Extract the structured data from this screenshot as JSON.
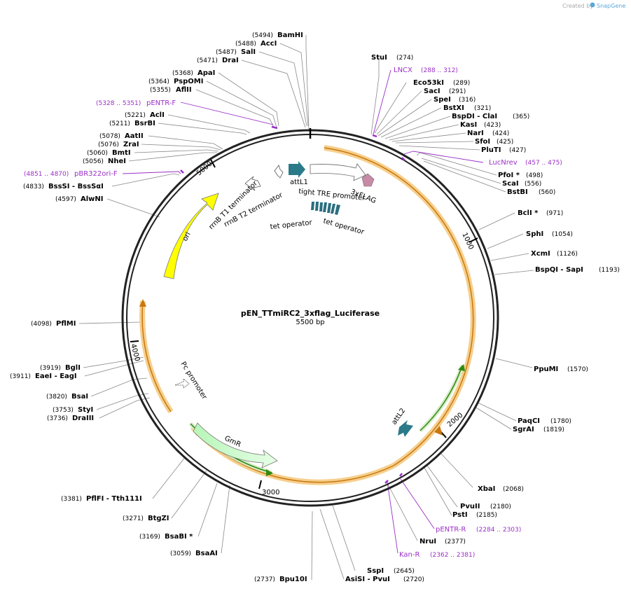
{
  "credit": {
    "prefix": "Created by",
    "brand": "SnapGene"
  },
  "plasmid": {
    "name": "pEN_TTmiRC2_3xflag_Luciferase",
    "length_label": "5500 bp"
  },
  "ticks": [
    "1000",
    "2000",
    "3000",
    "4000",
    "5000"
  ],
  "sites_right": [
    {
      "label": "StuI",
      "pos": "(274)"
    },
    {
      "label": "Eco53kI",
      "pos": "(289)"
    },
    {
      "label": "SacI",
      "pos": "(291)"
    },
    {
      "label": "SpeI",
      "pos": "(316)"
    },
    {
      "label": "BstXI",
      "pos": "(321)"
    },
    {
      "label": "BspDI   - ClaI",
      "pos": "(365)"
    },
    {
      "label": "KasI",
      "pos": "(423)"
    },
    {
      "label": "NarI",
      "pos": "(424)"
    },
    {
      "label": "SfoI",
      "pos": "(425)"
    },
    {
      "label": "PluTI",
      "pos": "(427)"
    },
    {
      "label": "PfoI *",
      "pos": "(498)"
    },
    {
      "label": "ScaI",
      "pos": "(556)"
    },
    {
      "label": "BstBI",
      "pos": "(560)"
    },
    {
      "label": "BclI *",
      "pos": "(971)"
    },
    {
      "label": "SphI",
      "pos": "(1054)"
    },
    {
      "label": "XcmI",
      "pos": "(1126)"
    },
    {
      "label": "BspQI   - SapI",
      "pos": "(1193)"
    },
    {
      "label": "PpuMI",
      "pos": "(1570)"
    },
    {
      "label": "PaqCI",
      "pos": "(1780)"
    },
    {
      "label": "SgrAI",
      "pos": "(1819)"
    },
    {
      "label": "XbaI",
      "pos": "(2068)"
    },
    {
      "label": "PvuII",
      "pos": "(2180)"
    },
    {
      "label": "PstI",
      "pos": "(2185)"
    },
    {
      "label": "NruI",
      "pos": "(2377)"
    },
    {
      "label": "SspI",
      "pos": "(2645)"
    },
    {
      "label": "AsiSI   - PvuI",
      "pos": "(2720)"
    }
  ],
  "sites_left": [
    {
      "label": "BamHI",
      "pos": "(5494)"
    },
    {
      "label": "AccI",
      "pos": "(5488)"
    },
    {
      "label": "SalI",
      "pos": "(5487)"
    },
    {
      "label": "DraI",
      "pos": "(5471)"
    },
    {
      "label": "ApaI",
      "pos": "(5368)"
    },
    {
      "label": "PspOMI",
      "pos": "(5364)"
    },
    {
      "label": "AflII",
      "pos": "(5355)"
    },
    {
      "label": "AclI",
      "pos": "(5221)"
    },
    {
      "label": "BsrBI",
      "pos": "(5211)"
    },
    {
      "label": "AatII",
      "pos": "(5078)"
    },
    {
      "label": "ZraI",
      "pos": "(5076)"
    },
    {
      "label": "BmtI",
      "pos": "(5060)"
    },
    {
      "label": "NheI",
      "pos": "(5056)"
    },
    {
      "label": "BssSI   - BssSαI",
      "pos": "(4833)"
    },
    {
      "label": "AlwNI",
      "pos": "(4597)"
    },
    {
      "label": "PflMI",
      "pos": "(4098)"
    },
    {
      "label": "BglI",
      "pos": "(3919)"
    },
    {
      "label": "EaeI   - EagI",
      "pos": "(3911)"
    },
    {
      "label": "BsaI",
      "pos": "(3820)"
    },
    {
      "label": "StyI",
      "pos": "(3753)"
    },
    {
      "label": "DraIII",
      "pos": "(3736)"
    },
    {
      "label": "PflFI   - Tth111I",
      "pos": "(3381)"
    },
    {
      "label": "BtgZI",
      "pos": "(3271)"
    },
    {
      "label": "BsaBI *",
      "pos": "(3169)"
    },
    {
      "label": "BsaAI",
      "pos": "(3059)"
    },
    {
      "label": "Bpu10I",
      "pos": "(2737)"
    }
  ],
  "primers": [
    {
      "label": "LNCX",
      "pos": "(288 .. 312)"
    },
    {
      "label": "LucNrev",
      "pos": "(457 .. 475)"
    },
    {
      "label": "pENTR-R",
      "pos": "(2284 .. 2303)"
    },
    {
      "label": "Kan-R",
      "pos": "(2362 .. 2381)"
    },
    {
      "label": "pENTR-F",
      "pos": "(5328 .. 5351)"
    },
    {
      "label": "pBR322ori-F",
      "pos": "(4851 .. 4870)"
    }
  ],
  "features": {
    "attL1": "attL1",
    "tre": "tight TRE promoter",
    "flag": "3xFLAG",
    "tetop1": "tet operator",
    "tetop2": "tet operator",
    "rrnb1": "rrnB T1 terminator",
    "rrnb2": "rrnB T2 terminator",
    "ori": "ori",
    "pc": "Pc promoter",
    "gmr": "GmR",
    "attL2": "attL2"
  },
  "colors": {
    "orf_highlight": "#f6cf8c",
    "orf_line": "#c8780f",
    "ori": "#ffff00",
    "gmr": "#ccffcc",
    "att": "#2b7a8a",
    "flag": "#c88aa6",
    "tet": "#2a6f7f",
    "primer": "#9a2fc7",
    "green_orf": "#2d8a12"
  }
}
